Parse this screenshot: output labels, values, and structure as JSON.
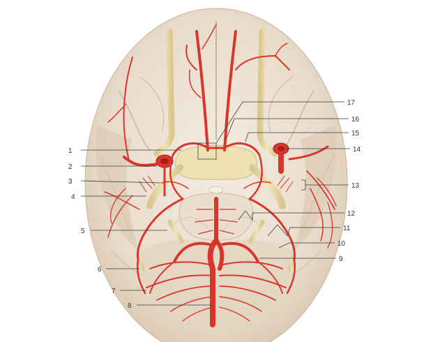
{
  "colors": {
    "background": "#ffffff",
    "brain": "#efe4d6",
    "brain_shadow": "#d8c7b1",
    "artery": "#d9352c",
    "artery_dark": "#a61e1a",
    "nerve": "#e8d9a3",
    "label": "#333333"
  },
  "labels": {
    "l1": "1",
    "l2": "2",
    "l3": "3",
    "l4": "4",
    "l5": "5",
    "l6": "6",
    "l7": "7",
    "l8": "8",
    "l9": "9",
    "l10": "10",
    "l11": "11",
    "l12": "12",
    "l13": "13",
    "l14": "14",
    "l15": "15",
    "l16": "16",
    "l17": "17"
  }
}
